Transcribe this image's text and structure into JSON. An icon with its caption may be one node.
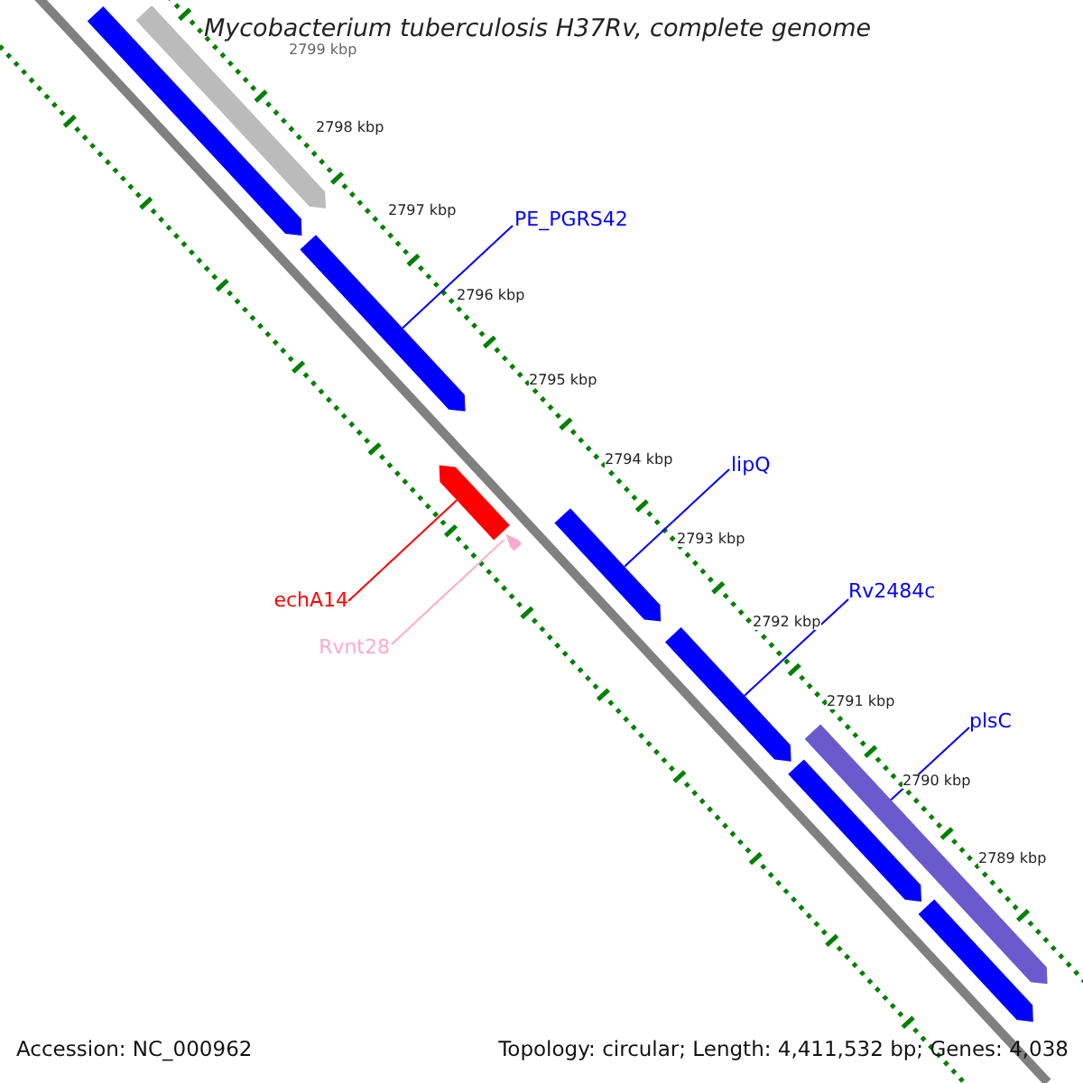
{
  "diagram": {
    "title": "Mycobacterium tuberculosis H37Rv, complete genome",
    "nodes": [
      {
        "text": [
          "PE_PGRS42"
        ]
      },
      {
        "text": [],
        "shape": "arrow"
      },
      {
        "text": [
          "lipQ"
        ]
      },
      {
        "text": [],
        "shape": "arrow"
      },
      {
        "text": [
          "Rv2484c"
        ]
      },
      {
        "text": [],
        "shape": "arrow"
      },
      {
        "text": [
          "plsC"
        ]
      },
      {
        "text": [],
        "shape": "arrow"
      },
      {
        "text": [
          "echA14"
        ]
      },
      {
        "text": [],
        "shape": "arrow"
      },
      {
        "text": [
          "Rvnt28"
        ]
      },
      {
        "text": [],
        "shape": "arrow"
      },
      {
        "text": [],
        "shape": "arrow"
      },
      {
        "text": [],
        "shape": "arrow"
      },
      {
        "text": [],
        "shape": "arrow"
      },
      {
        "text": [],
        "shape": "arrow"
      }
    ],
    "edges": [
      {
        "from": 0,
        "to": 1,
        "arrow": "none"
      },
      {
        "from": 2,
        "to": 3,
        "arrow": "none"
      },
      {
        "from": 4,
        "to": 5,
        "arrow": "none"
      },
      {
        "from": 6,
        "to": 7,
        "arrow": "none"
      },
      {
        "from": 8,
        "to": 9,
        "arrow": "none",
        "color": "#ff0000"
      },
      {
        "from": 10,
        "to": 11,
        "arrow": "none",
        "color": "#ffaacc"
      }
    ],
    "labels": [
      "2799 kbp",
      "2798 kbp",
      "2797 kbp",
      "2796 kbp",
      "2795 kbp",
      "2794 kbp",
      "2793 kbp",
      "2792 kbp",
      "2791 kbp",
      "2790 kbp",
      "2789 kbp",
      "Accession: NC_000962",
      "Topology: circular; Length: 4,411,532 bp; Genes: 4,038"
    ]
  }
}
